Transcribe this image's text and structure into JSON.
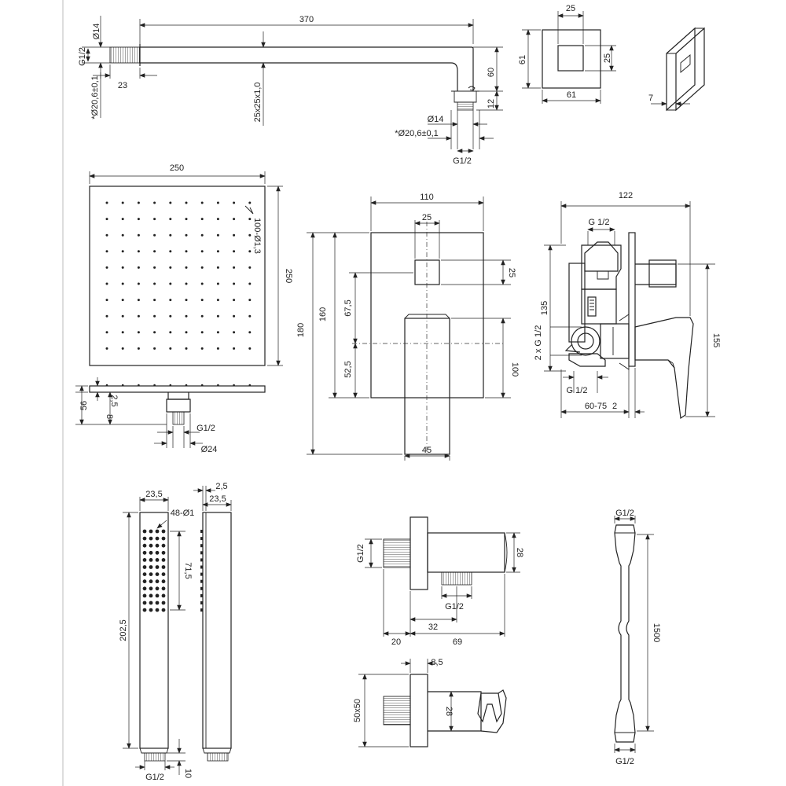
{
  "labels": {
    "arm_d14": "Ø14",
    "arm_g12": "G1/2",
    "arm_o206": "*Ø20,6±0,1",
    "arm_23": "23",
    "arm_370": "370",
    "arm_25x25": "25x25x1,0",
    "arm_60": "60",
    "arm_12": "12",
    "arm_end_d14": "Ø14",
    "arm_end_o206": "*Ø20,6±0,1",
    "arm_end_g12": "G1/2",
    "flange_25": "25",
    "flange_61h": "61",
    "flange_25r": "25",
    "flange_61w": "61",
    "flange_7": "7",
    "head_250w": "250",
    "head_250h": "250",
    "head_holes": "100-Ø1,3",
    "head_56": "56",
    "head_25": "2,5",
    "head_8": "8",
    "head_g12": "G1/2",
    "head_d24": "Ø24",
    "plate_110": "110",
    "plate_25t": "25",
    "plate_180": "180",
    "plate_160": "160",
    "plate_675": "67,5",
    "plate_525": "52,5",
    "plate_25r": "25",
    "plate_100": "100",
    "plate_45": "45",
    "valve_122": "122",
    "valve_g12t": "G 1/2",
    "valve_135": "135",
    "valve_2xg": "2 x G 1/2",
    "valve_155": "155",
    "valve_g12b": "G 1/2",
    "valve_6075": "60-75",
    "valve_2": "2",
    "hand_235a": "23,5",
    "hand_holes": "48-Ø1",
    "hand_715": "71,5",
    "hand_2025": "202,5",
    "hand_g12": "G1/2",
    "hand_10": "10",
    "hand_25": "2,5",
    "hand_235b": "23,5",
    "elbow_g12l": "G1/2",
    "elbow_28": "28",
    "elbow_g12b": "G1/2",
    "elbow_32": "32",
    "elbow_20": "20",
    "elbow_69": "69",
    "holder_85": "8,5",
    "holder_50x50": "50x50",
    "holder_28": "28",
    "hose_g12t": "G1/2",
    "hose_1500": "1500",
    "hose_g12b": "G1/2"
  }
}
